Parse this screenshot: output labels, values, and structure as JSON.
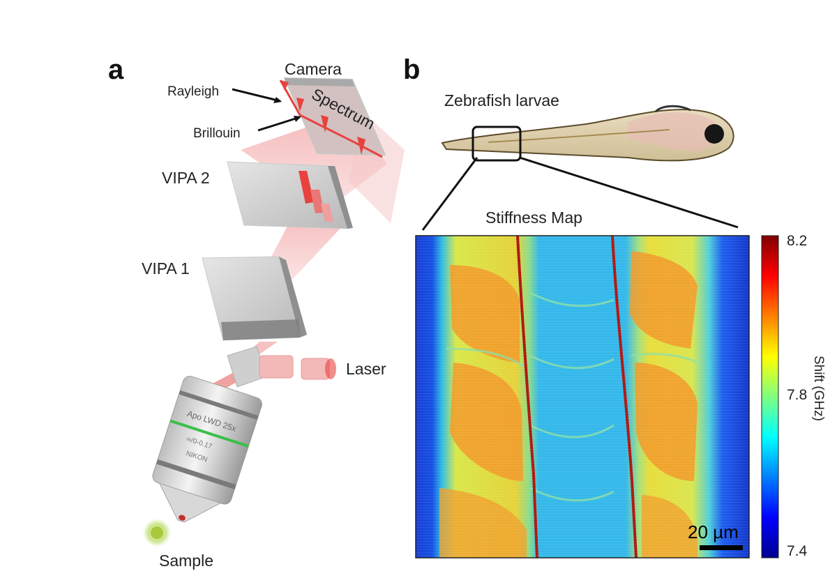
{
  "panel_a": {
    "letter": "a",
    "labels": {
      "camera": "Camera",
      "rayleigh": "Rayleigh",
      "brillouin": "Brillouin",
      "spectrum": "Spectrum",
      "vipa2": "VIPA 2",
      "vipa1": "VIPA 1",
      "laser": "Laser",
      "sample": "Sample"
    },
    "objective_engraving": [
      "Apo LWD 25x",
      "∞/0-0.17",
      "NIKON"
    ],
    "colors": {
      "beam": "#e8423f",
      "glass": "#d9d9d9"
    }
  },
  "panel_b": {
    "letter": "b",
    "larva_label": "Zebrafish larvae",
    "map_title": "Stiffness Map",
    "scale_bar": "20 µm",
    "colorbar": {
      "label": "Shift (GHz)",
      "ticks": [
        "8.2",
        "7.8",
        "7.4"
      ],
      "range_ghz": [
        7.4,
        8.2
      ],
      "colormap": "jet"
    }
  }
}
